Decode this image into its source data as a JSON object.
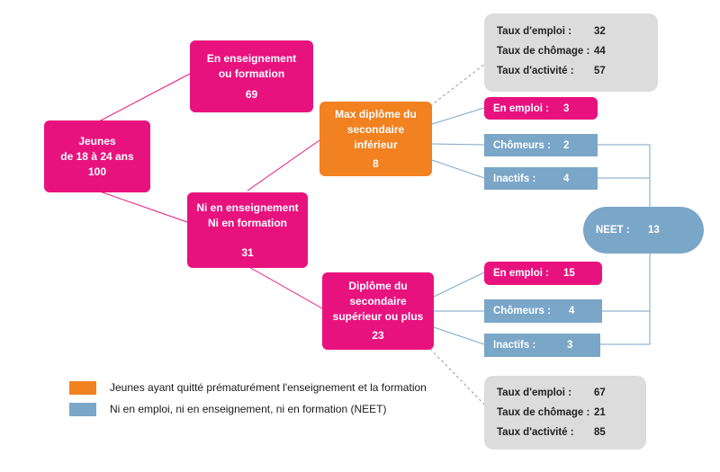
{
  "colors": {
    "pink": "#e8127f",
    "orange": "#f28120",
    "blue": "#7aa6c8",
    "grey": "#dcdcdc"
  },
  "root": {
    "line1": "Jeunes",
    "line2": "de 18 à 24 ans",
    "value": "100"
  },
  "in_education": {
    "line1": "En enseignement",
    "line2": "ou formation",
    "value": "69"
  },
  "neither": {
    "line1": "Ni en enseignement",
    "line2": "Ni en formation",
    "value": "31"
  },
  "lower_secondary": {
    "line1": "Max diplôme du",
    "line2": "secondaire",
    "line3": "inférieur",
    "value": "8",
    "rows": [
      {
        "label": "En emploi :",
        "value": "3"
      },
      {
        "label": "Chômeurs :",
        "value": "2"
      },
      {
        "label": "Inactifs :",
        "value": "4"
      }
    ],
    "stats": [
      {
        "label": "Taux d'emploi :",
        "value": "32"
      },
      {
        "label": "Taux de chômage :",
        "value": "44"
      },
      {
        "label": "Taux d'activité :",
        "value": "57"
      }
    ]
  },
  "upper_secondary": {
    "line1": "Diplôme du",
    "line2": "secondaire",
    "line3": "supérieur ou plus",
    "value": "23",
    "rows": [
      {
        "label": "En emploi :",
        "value": "15"
      },
      {
        "label": "Chômeurs :",
        "value": "4"
      },
      {
        "label": "Inactifs :",
        "value": "3"
      }
    ],
    "stats": [
      {
        "label": "Taux d'emploi :",
        "value": "67"
      },
      {
        "label": "Taux de chômage :",
        "value": "21"
      },
      {
        "label": "Taux d'activité :",
        "value": "85"
      }
    ]
  },
  "neet": {
    "label": "NEET :",
    "value": "13"
  },
  "legend": [
    {
      "text": "Jeunes ayant quitté prématurément l'enseignement et la formation"
    },
    {
      "text": "Ni en emploi, ni en enseignement, ni en formation (NEET)"
    }
  ]
}
